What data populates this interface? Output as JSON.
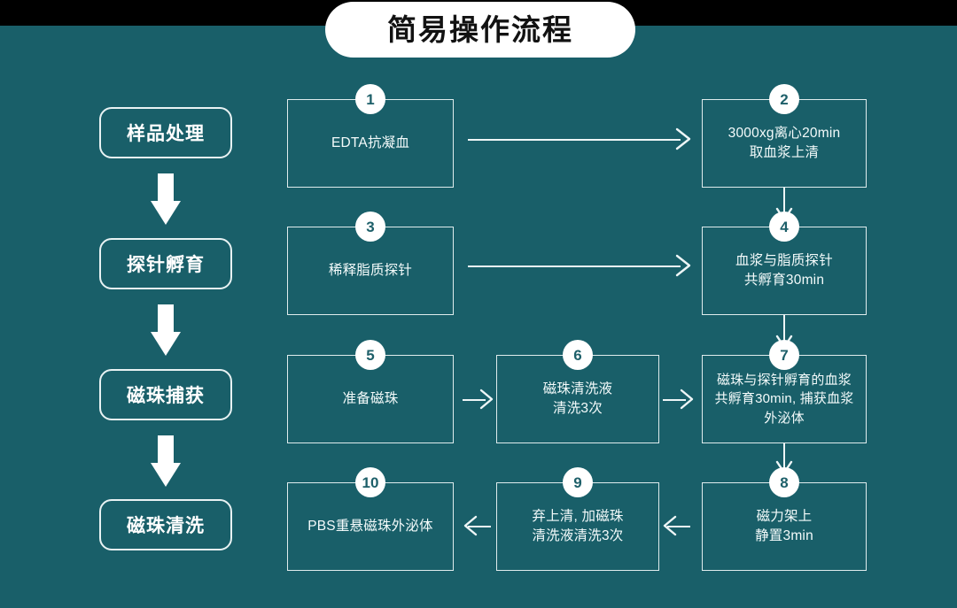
{
  "title": "简易操作流程",
  "colors": {
    "background": "#195f69",
    "topbar": "#000000",
    "line": "#eef6f7",
    "box_border": "#dfeced",
    "text": "#f4fbfb",
    "badge_bg": "#ffffff",
    "badge_text": "#1d5f69",
    "pill_bg": "#ffffff",
    "pill_text": "#121212"
  },
  "stages": [
    {
      "label": "样品处理"
    },
    {
      "label": "探针孵育"
    },
    {
      "label": "磁珠捕获"
    },
    {
      "label": "磁珠清洗"
    }
  ],
  "steps": [
    {
      "number": "1",
      "text": "EDTA抗凝血"
    },
    {
      "number": "2",
      "text": "3000xg离心20min\n取血浆上清"
    },
    {
      "number": "3",
      "text": "稀释脂质探针"
    },
    {
      "number": "4",
      "text": "血浆与脂质探针\n共孵育30min"
    },
    {
      "number": "5",
      "text": "准备磁珠"
    },
    {
      "number": "6",
      "text": "磁珠清洗液\n清洗3次"
    },
    {
      "number": "7",
      "text": "磁珠与探针孵育的血浆\n共孵育30min, 捕获血浆\n外泌体"
    },
    {
      "number": "8",
      "text": "磁力架上\n静置3min"
    },
    {
      "number": "9",
      "text": "弃上清, 加磁珠\n清洗液清洗3次"
    },
    {
      "number": "10",
      "text": "PBS重悬磁珠外泌体"
    }
  ],
  "connectors": [
    {
      "name": "arrow-1-to-2",
      "direction": "right"
    },
    {
      "name": "arrow-2-to-4",
      "direction": "down"
    },
    {
      "name": "arrow-3-to-4",
      "direction": "right"
    },
    {
      "name": "arrow-4-to-7",
      "direction": "down"
    },
    {
      "name": "arrow-5-to-6",
      "direction": "right"
    },
    {
      "name": "arrow-6-to-7",
      "direction": "right"
    },
    {
      "name": "arrow-7-to-8",
      "direction": "down"
    },
    {
      "name": "arrow-8-to-9",
      "direction": "left"
    },
    {
      "name": "arrow-9-to-10",
      "direction": "left"
    }
  ],
  "stage_arrows": [
    {
      "name": "stage-arrow-1"
    },
    {
      "name": "stage-arrow-2"
    },
    {
      "name": "stage-arrow-3"
    }
  ]
}
